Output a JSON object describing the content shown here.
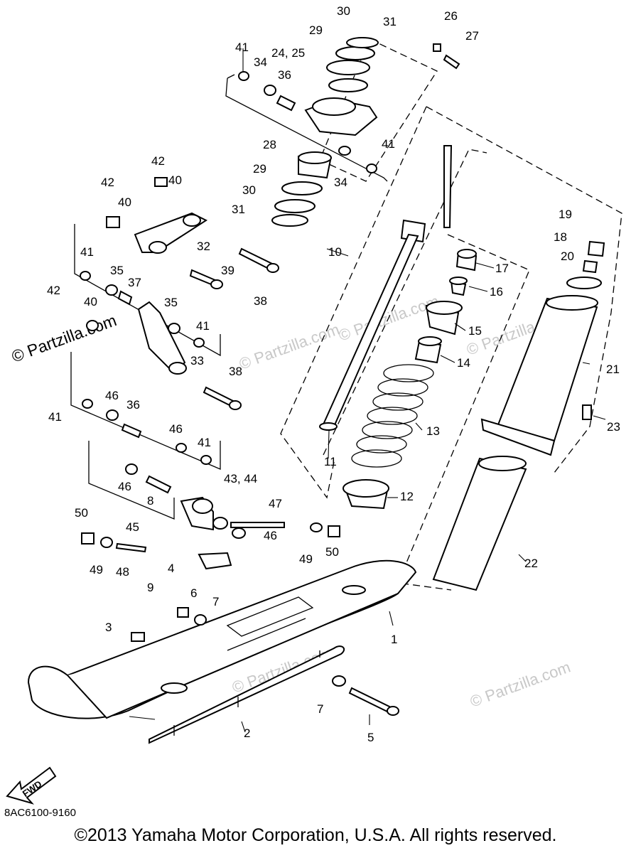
{
  "watermark": "© Partzilla.com",
  "diagram_code": "8AC6100-9160",
  "copyright": "©2013 Yamaha Motor Corporation, U.S.A. All rights reserved.",
  "fwd_label": "FWD",
  "callouts": {
    "c1": "1",
    "c2": "2",
    "c3": "3",
    "c4": "4",
    "c5": "5",
    "c6": "6",
    "c7a": "7",
    "c7b": "7",
    "c8": "8",
    "c9": "9",
    "c10": "10",
    "c11": "11",
    "c12": "12",
    "c13": "13",
    "c14": "14",
    "c15": "15",
    "c16": "16",
    "c17": "17",
    "c18": "18",
    "c19": "19",
    "c20": "20",
    "c21": "21",
    "c22": "22",
    "c23": "23",
    "c24": "24, 25",
    "c26": "26",
    "c27": "27",
    "c28": "28",
    "c29a": "29",
    "c29b": "29",
    "c30a": "30",
    "c30b": "30",
    "c31a": "31",
    "c31b": "31",
    "c32": "32",
    "c33": "33",
    "c34a": "34",
    "c34b": "34",
    "c35a": "35",
    "c35b": "35",
    "c36a": "36",
    "c36b": "36",
    "c37": "37",
    "c38a": "38",
    "c38b": "38",
    "c39": "39",
    "c40a": "40",
    "c40b": "40",
    "c40c": "40",
    "c41a": "41",
    "c41b": "41",
    "c41c": "41",
    "c41d": "41",
    "c41e": "41",
    "c41f": "41",
    "c42a": "42",
    "c42b": "42",
    "c42c": "42",
    "c43": "43, 44",
    "c45": "45",
    "c46a": "46",
    "c46b": "46",
    "c46c": "46",
    "c46d": "46",
    "c47": "47",
    "c48": "48",
    "c49a": "49",
    "c49b": "49",
    "c50a": "50",
    "c50b": "50"
  }
}
